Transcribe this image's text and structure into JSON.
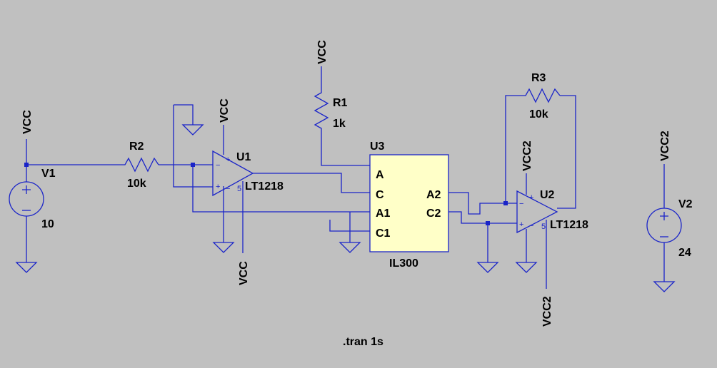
{
  "net_vcc": "VCC",
  "net_vcc2": "VCC2",
  "directive": ".tran 1s",
  "pin_plus": "+",
  "pin_minus": "−",
  "pin_5": "5",
  "v1": {
    "name": "V1",
    "value": "10"
  },
  "v2": {
    "name": "V2",
    "value": "24"
  },
  "r1": {
    "name": "R1",
    "value": "1k"
  },
  "r2": {
    "name": "R2",
    "value": "10k"
  },
  "r3": {
    "name": "R3",
    "value": "10k"
  },
  "u1": {
    "name": "U1",
    "part": "LT1218"
  },
  "u2": {
    "name": "U2",
    "part": "LT1218"
  },
  "u3": {
    "name": "U3",
    "part": "IL300",
    "pins": {
      "a": "A",
      "c": "C",
      "a1": "A1",
      "c1": "C1",
      "a2": "A2",
      "c2": "C2"
    }
  }
}
